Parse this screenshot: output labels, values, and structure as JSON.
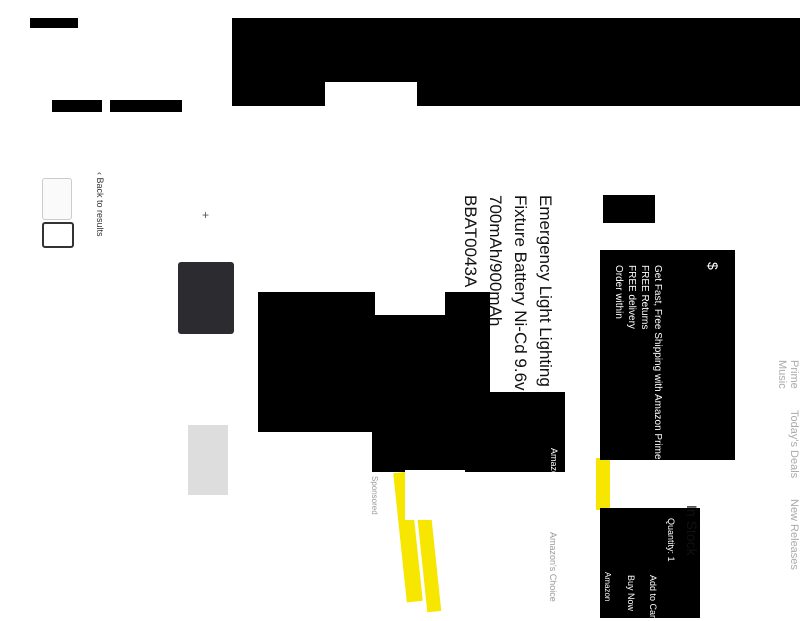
{
  "header": {
    "nav_items": [
      "Prime",
      "Today's Deals",
      "New Releases",
      "Music"
    ]
  },
  "breadcrumb": {
    "back_label": "‹ Back to results"
  },
  "product": {
    "title_lines": [
      "Emergency Light Lighting",
      "Fixture Battery Ni-Cd 9.6v",
      "700mAh/900mAh",
      "BBAT0043A"
    ],
    "badge": "Amazon's Choice",
    "sponsored_label": "Sponsored"
  },
  "buybox": {
    "price_prefix": "$",
    "delivery_lines": [
      "Get Fast, Free Shipping with Amazon Prime",
      "FREE Returns",
      "FREE delivery",
      "Order within"
    ],
    "stock": "In Stock",
    "quantity_label": "Quantity: 1",
    "add_to_cart": "Add to Cart",
    "buy_now": "Buy Now",
    "sold_by": "Amazon"
  },
  "colors": {
    "highlight": "#f7e600",
    "redaction": "#000000"
  }
}
